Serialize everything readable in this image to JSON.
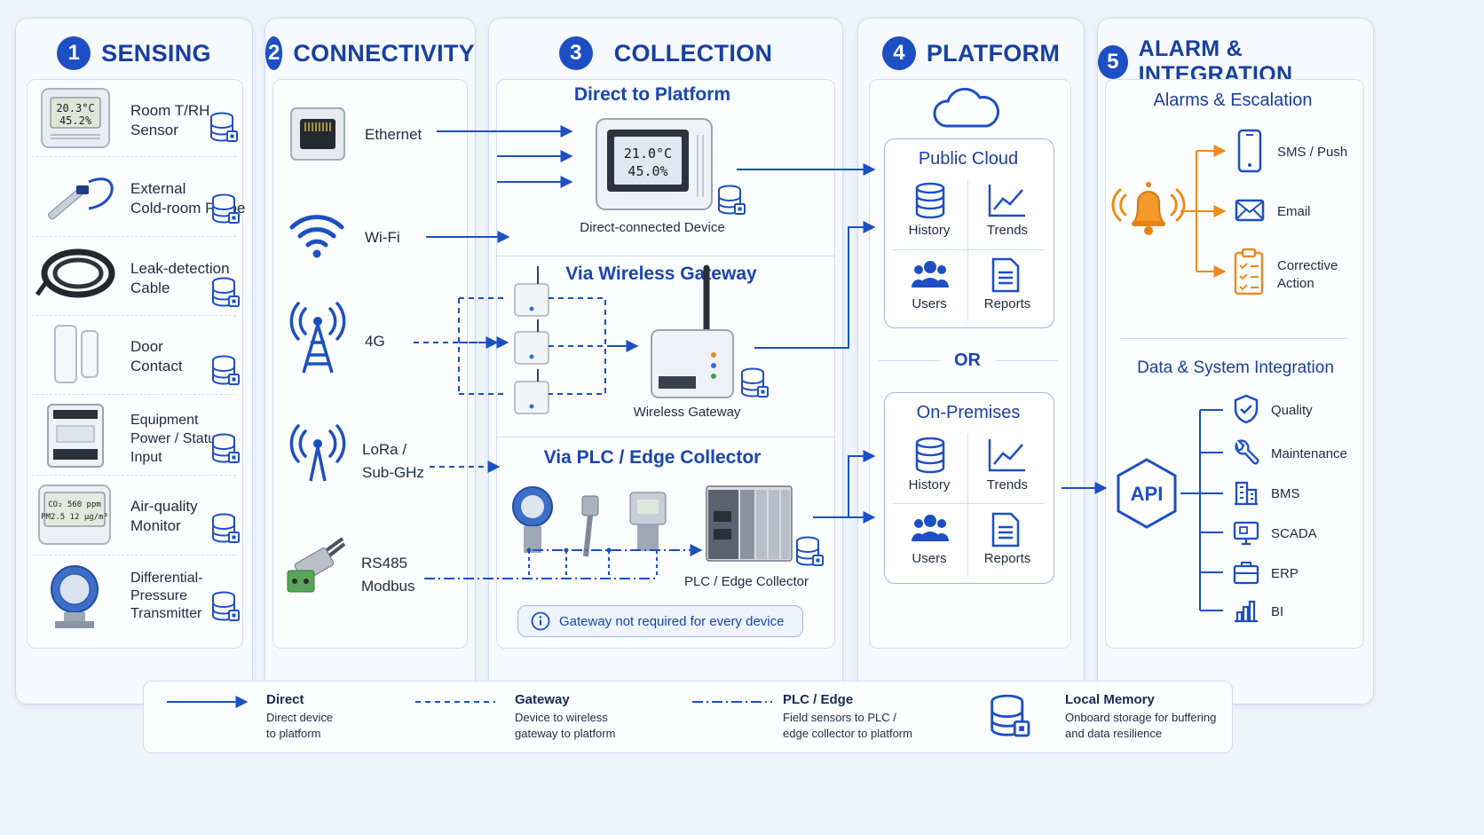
{
  "sensing": {
    "number": "1",
    "title": "SENSING",
    "items": [
      {
        "label": "Room T/RH\nSensor",
        "icon": "room-sensor-icon",
        "readout1": "20.3°C",
        "readout2": "45.2%"
      },
      {
        "label": "External\nCold-room Probe",
        "icon": "probe-icon"
      },
      {
        "label": "Leak-detection\nCable",
        "icon": "cable-icon"
      },
      {
        "label": "Door\nContact",
        "icon": "door-contact-icon"
      },
      {
        "label": "Equipment\nPower / Status\nInput",
        "icon": "power-input-icon"
      },
      {
        "label": "Air-quality\nMonitor",
        "icon": "air-quality-icon",
        "readout1": "CO₂   560 ppm",
        "readout2": "PM2.5  12 μg/m³"
      },
      {
        "label": "Differential-\nPressure\nTransmitter",
        "icon": "pressure-transmitter-icon"
      }
    ]
  },
  "connectivity": {
    "number": "2",
    "title": "CONNECTIVITY",
    "items": [
      {
        "label": "Ethernet",
        "icon": "ethernet-icon"
      },
      {
        "label": "Wi-Fi",
        "icon": "wifi-icon"
      },
      {
        "label": "4G",
        "icon": "cell-tower-icon"
      },
      {
        "label": "LoRa /\nSub-GHz",
        "icon": "lora-antenna-icon"
      },
      {
        "label": "RS485\nModbus",
        "icon": "rs485-connector-icon"
      }
    ]
  },
  "collection": {
    "number": "3",
    "title": "COLLECTION",
    "direct_title": "Direct to Platform",
    "direct_device": "Direct-connected Device",
    "direct_readout1": "21.0°C",
    "direct_readout2": "45.0%",
    "wireless_title": "Via Wireless Gateway",
    "wireless_device": "Wireless Gateway",
    "plc_title": "Via PLC / Edge Collector",
    "plc_device": "PLC / Edge Collector",
    "note": "Gateway not required for every device"
  },
  "platform": {
    "number": "4",
    "title": "PLATFORM",
    "cloud_title": "Public Cloud",
    "or_label": "OR",
    "onprem_title": "On-Premises",
    "tiles": [
      "History",
      "Trends",
      "Users",
      "Reports"
    ]
  },
  "alarm": {
    "number": "5",
    "title": "ALARM & INTEGRATION",
    "alarms_title": "Alarms & Escalation",
    "alarm_items": [
      "SMS / Push",
      "Email",
      "Corrective\nAction"
    ],
    "integration_title": "Data & System Integration",
    "api_label": "API",
    "integrations": [
      "Quality",
      "Maintenance",
      "BMS",
      "SCADA",
      "ERP",
      "BI"
    ]
  },
  "legend": {
    "direct_title": "Direct",
    "direct_desc": "Direct device\nto platform",
    "gateway_title": "Gateway",
    "gateway_desc": "Device to wireless\ngateway to platform",
    "plc_title": "PLC / Edge",
    "plc_desc": "Field sensors to PLC /\nedge collector to platform",
    "memory_title": "Local Memory",
    "memory_desc": "Onboard storage for buffering\nand data resilience"
  },
  "colors": {
    "primary": "#1c4fc4",
    "accent_orange": "#f08a1c",
    "panel_border": "#cfdcef"
  }
}
